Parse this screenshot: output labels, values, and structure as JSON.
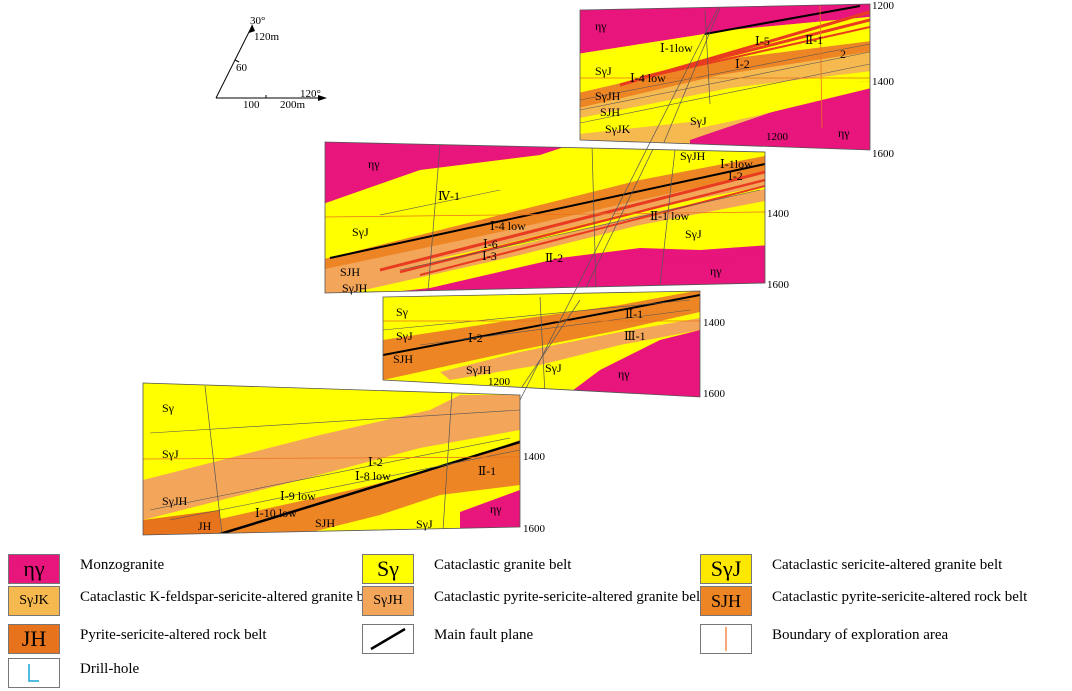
{
  "colors": {
    "monzogranite": "#e8157c",
    "cataclastic_granite": "#ffff00",
    "sericite_granite": "#ffe800",
    "k_feldspar": "#f5b94f",
    "pyrite_sericite_granite": "#f3a55a",
    "sjh": "#ee8525",
    "jh": "#e8731d",
    "ore": "#e83b1f",
    "fault": "#000000",
    "boundary": "#e8731d",
    "drillhole": "#1aa6d8"
  },
  "orientation": {
    "north_label": "30°",
    "north_dist": "120m",
    "mid_tick": "60",
    "east_label": "120°",
    "east_tick": "100",
    "east_dist": "200m"
  },
  "elevations": {
    "p1_top": "1200",
    "p1_mid": "1400",
    "p1_bot": "1600",
    "p1_inner": "1200",
    "p2_mid": "1400",
    "p2_bot": "1600",
    "p3_mid": "1400",
    "p3_bot": "1600",
    "p3_inner": "1200",
    "p4_mid": "1400",
    "p4_bot": "1600"
  },
  "labels": {
    "p1": {
      "ny": "ηγ",
      "ore_1_1low": "Ⅰ-1low",
      "ore_1_5": "Ⅰ-5",
      "ore_2_1": "Ⅱ-1",
      "ore_2": "2",
      "syj_a": "SγJ",
      "ore_1_4low": "Ⅰ-4 low",
      "ore_1_2": "Ⅰ-2",
      "syjh": "SγJH",
      "sjh": "SJH",
      "syjk": "SγJK",
      "syj_b": "SγJ",
      "ny_b": "ηγ"
    },
    "p2": {
      "ny": "ηγ",
      "iv_1": "Ⅳ-1",
      "syjh_top": "SγJH",
      "ore_1_1low": "Ⅰ-1low",
      "ore_1_2": "Ⅰ-2",
      "ore_1_4low": "Ⅰ-4 low",
      "ore_2_1low": "Ⅱ-1 low",
      "syj": "SγJ",
      "ore_1_6": "Ⅰ-6",
      "ore_1_3": "Ⅰ-3",
      "ore_2_2": "Ⅱ-2",
      "syj_b": "SγJ",
      "sjh": "SJH",
      "syjh": "SγJH",
      "ny_b": "ηγ"
    },
    "p3": {
      "sy": "Sγ",
      "ore_2_1": "Ⅱ-1",
      "syj": "SγJ",
      "ore_1_2": "Ⅰ-2",
      "ore_3_1": "Ⅲ-1",
      "sjh": "SJH",
      "syjh": "SγJH",
      "syj_b": "SγJ",
      "ny": "ηγ"
    },
    "p4": {
      "sy": "Sγ",
      "syj": "SγJ",
      "ore_1_2": "Ⅰ-2",
      "ore_1_8low": "Ⅰ-8 low",
      "ore_2_1": "Ⅱ-1",
      "syjh": "SγJH",
      "ore_1_9low": "Ⅰ-9 low",
      "ore_1_10low": "Ⅰ-10 low",
      "jh": "JH",
      "sjh": "SJH",
      "syj_b": "SγJ",
      "ny": "ηγ"
    }
  },
  "legend": [
    {
      "symbol": "ηγ",
      "text": "Monzogranite",
      "color_key": "monzogranite"
    },
    {
      "symbol": "Sγ",
      "text": "Cataclastic  granite belt",
      "color_key": "cataclastic_granite"
    },
    {
      "symbol": "SγJ",
      "text": "Cataclastic sericite-altered granite belt",
      "color_key": "sericite_granite"
    },
    {
      "symbol": "SγJK",
      "text": "Cataclastic K-feldspar-sericite-altered granite belt",
      "color_key": "k_feldspar"
    },
    {
      "symbol": "SγJH",
      "text": "Cataclastic pyrite-sericite-altered granite belt",
      "color_key": "pyrite_sericite_granite"
    },
    {
      "symbol": "SJH",
      "text": "Cataclastic pyrite-sericite-altered rock belt",
      "color_key": "sjh"
    },
    {
      "symbol": "JH",
      "text": "Pyrite-sericite-altered rock belt",
      "color_key": "jh"
    },
    {
      "symbol": "",
      "text": "Main fault plane",
      "icon": "fault-line-icon"
    },
    {
      "symbol": "",
      "text": "Boundary of exploration area",
      "icon": "boundary-icon"
    },
    {
      "symbol": "",
      "text": "Drill-hole",
      "icon": "drill-hole-icon"
    }
  ]
}
